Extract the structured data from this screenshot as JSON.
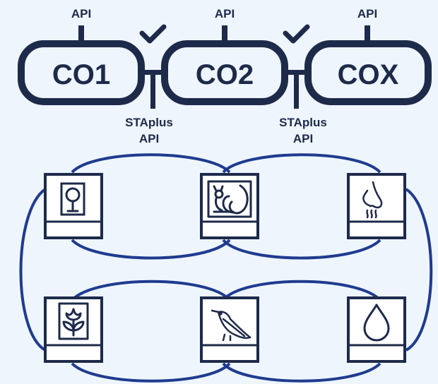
{
  "observatories": [
    {
      "label": "CO1",
      "api_label": "API"
    },
    {
      "label": "CO2",
      "api_label": "API"
    },
    {
      "label": "COX",
      "api_label": "API"
    }
  ],
  "links": [
    {
      "line1": "STAplus",
      "line2": "API",
      "icon": "check-icon"
    },
    {
      "line1": "STAplus",
      "line2": "API",
      "icon": "check-icon"
    }
  ],
  "sensors": [
    {
      "icon": "tree-icon"
    },
    {
      "icon": "squirrel-icon"
    },
    {
      "icon": "nose-icon"
    },
    {
      "icon": "flower-icon"
    },
    {
      "icon": "bird-icon"
    },
    {
      "icon": "water-drop-icon"
    }
  ],
  "colors": {
    "background": "#eef5fc",
    "dark_navy": "#1e2a4a",
    "link_blue": "#1f3b8f",
    "card_fill": "#ffffff"
  }
}
